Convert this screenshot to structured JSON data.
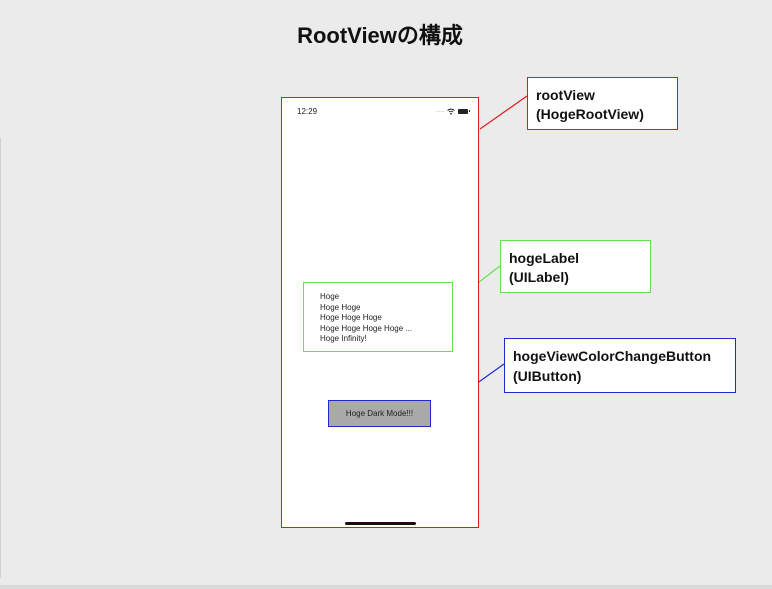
{
  "title": "RootViewの構成",
  "phone": {
    "time": "12:29"
  },
  "hoge_label": {
    "lines": [
      "Hoge",
      "Hoge Hoge",
      "Hoge Hoge Hoge",
      "Hoge Hoge Hoge Hoge ...",
      "Hoge Infinity!"
    ]
  },
  "button": {
    "label": "Hoge Dark Mode!!!"
  },
  "callouts": {
    "root_view": {
      "line1": "rootView",
      "line2": "(HogeRootView)",
      "color": "#e0191e"
    },
    "hoge_label": {
      "line1": "hogeLabel",
      "line2": "(UILabel)",
      "color": "#66e052"
    },
    "button": {
      "line1": "hogeViewColorChangeButton",
      "line2": "(UIButton)",
      "color": "#1c2bd0"
    }
  }
}
